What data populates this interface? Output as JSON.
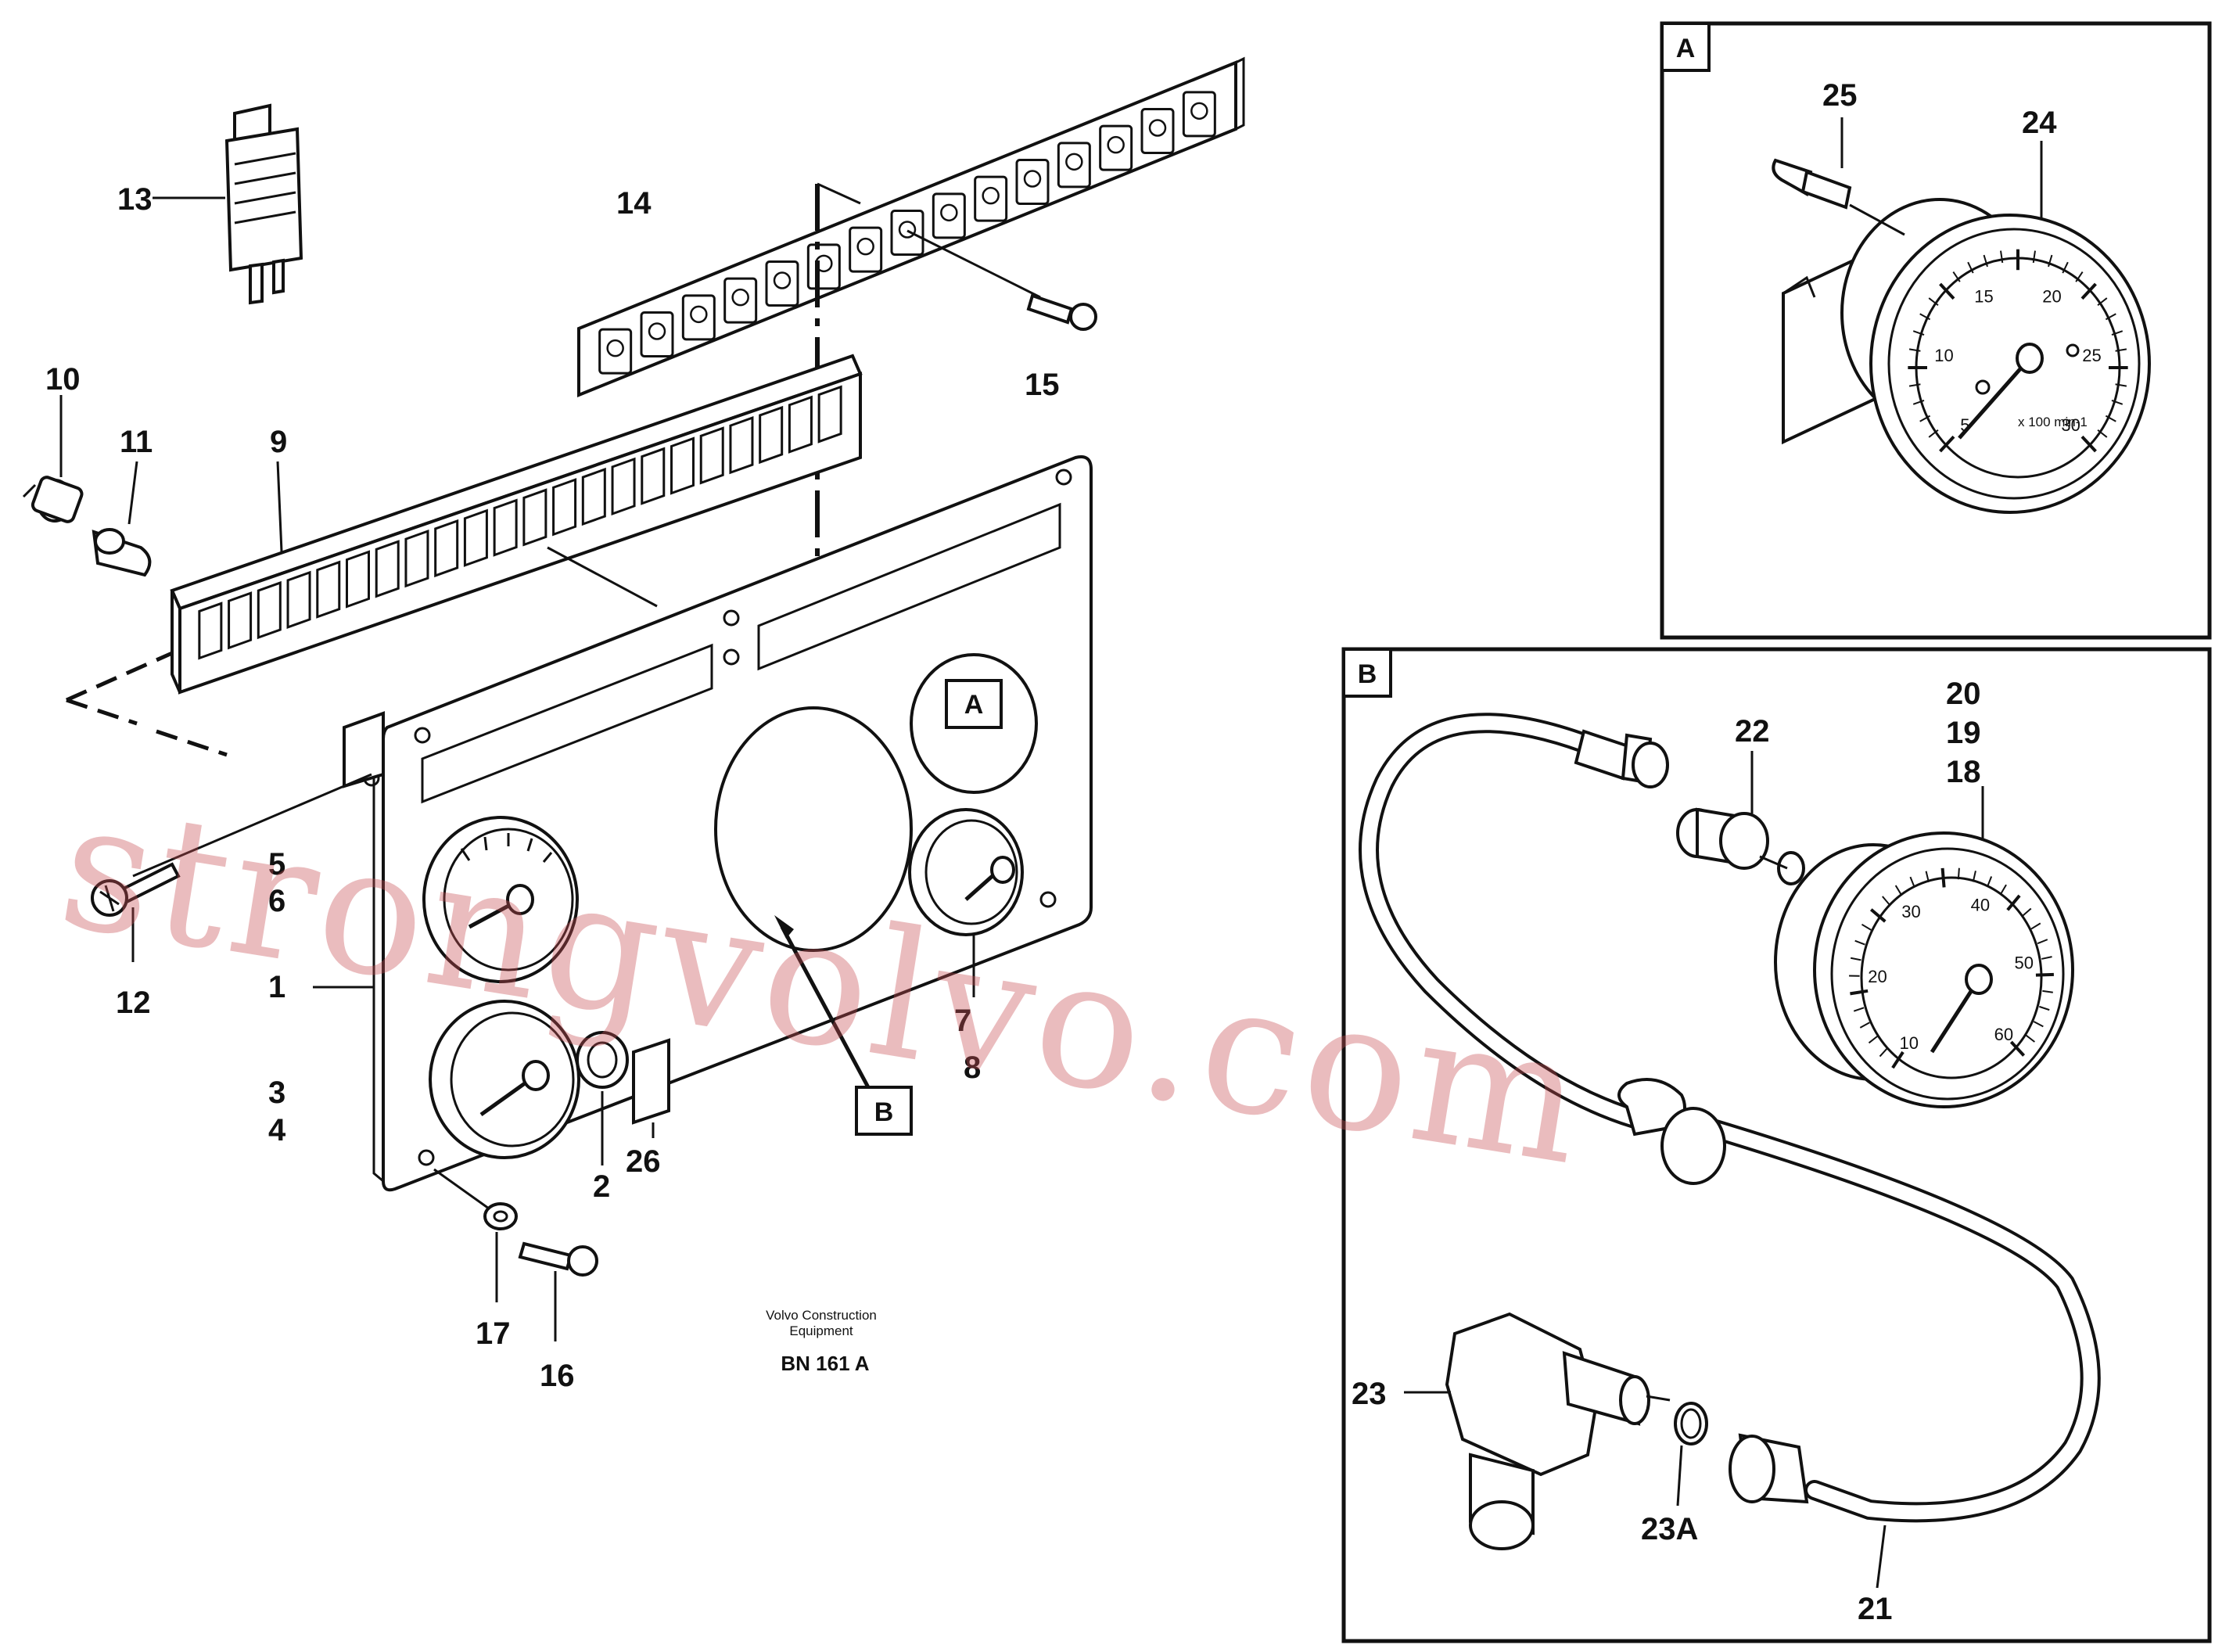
{
  "caption": {
    "line1": "Volvo Construction",
    "line2": "Equipment",
    "code": "BN 161 A"
  },
  "watermark": "strongvolvo.com",
  "views": {
    "a": "A",
    "b": "B"
  },
  "callouts": {
    "p1": "1",
    "p2": "2",
    "p3": "3",
    "p4": "4",
    "p5": "5",
    "p6": "6",
    "p7": "7",
    "p8": "8",
    "p9": "9",
    "p10": "10",
    "p11": "11",
    "p12": "12",
    "p13": "13",
    "p14": "14",
    "p15": "15",
    "p16": "16",
    "p17": "17",
    "p18": "18",
    "p19": "19",
    "p20": "20",
    "p21": "21",
    "p22": "22",
    "p23": "23",
    "p23a": "23A",
    "p24": "24",
    "p25": "25",
    "p26": "26"
  },
  "tachometer": {
    "ticks": [
      "5",
      "10",
      "15",
      "20",
      "25",
      "30"
    ],
    "unit": "x 100 min-1"
  },
  "speedometer": {
    "ticks": [
      "10",
      "20",
      "30",
      "40",
      "50",
      "60"
    ]
  }
}
